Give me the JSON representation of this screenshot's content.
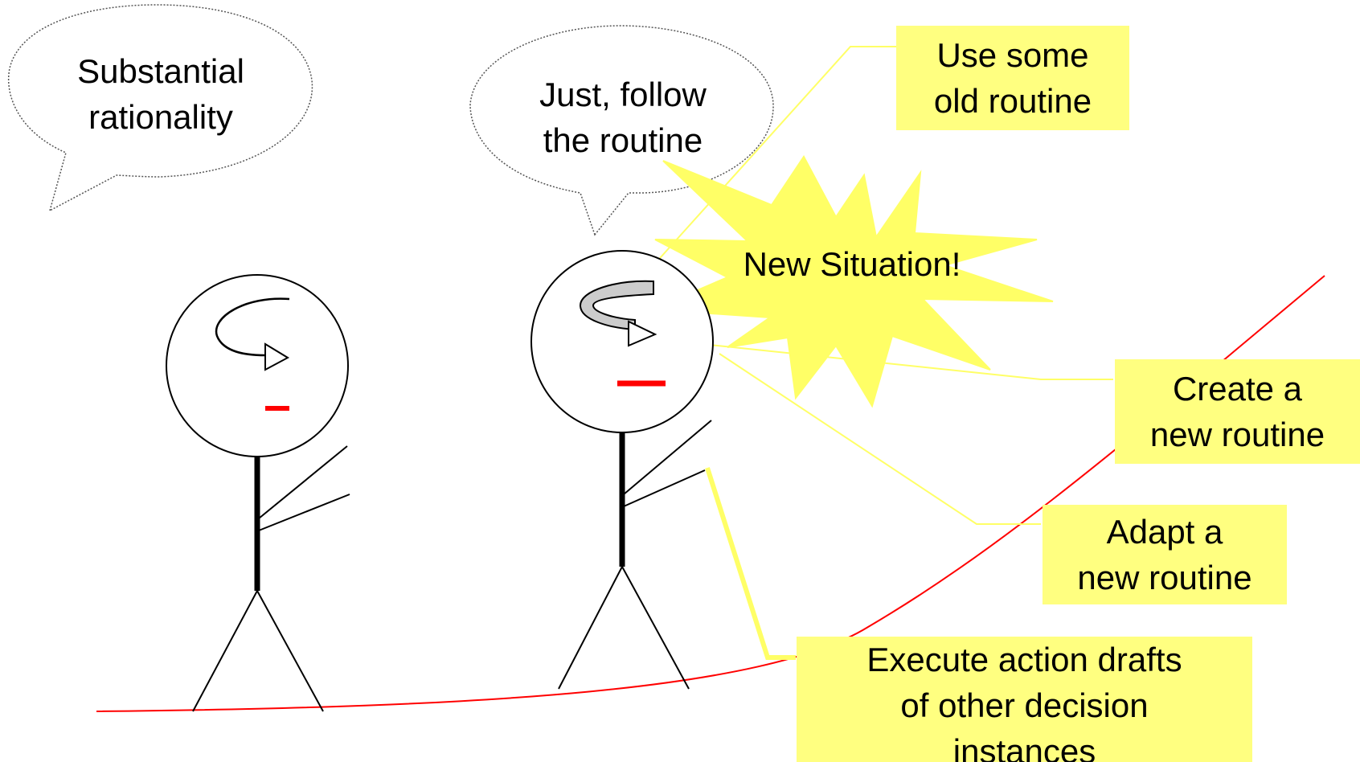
{
  "bubbles": {
    "left": {
      "line1": "Substantial",
      "line2": "rationality"
    },
    "right": {
      "line1": "Just, follow",
      "line2": "the routine"
    }
  },
  "burst": {
    "label": "New Situation!",
    "color": "#ffff66"
  },
  "notes": {
    "old_routine": {
      "line1": "Use some",
      "line2": "old routine"
    },
    "create_routine": {
      "line1": "Create a",
      "line2": "new routine"
    },
    "adapt_routine": {
      "line1": "Adapt a",
      "line2": "new routine"
    },
    "execute_drafts": {
      "line1": "Execute action drafts",
      "line2": "of other decision",
      "line3": "instances"
    }
  },
  "colors": {
    "note_fill": "#ffff80",
    "connector": "#ffff66",
    "ground_curve": "#ff0000",
    "mouth": "#ff0000",
    "figure": "#000000"
  }
}
